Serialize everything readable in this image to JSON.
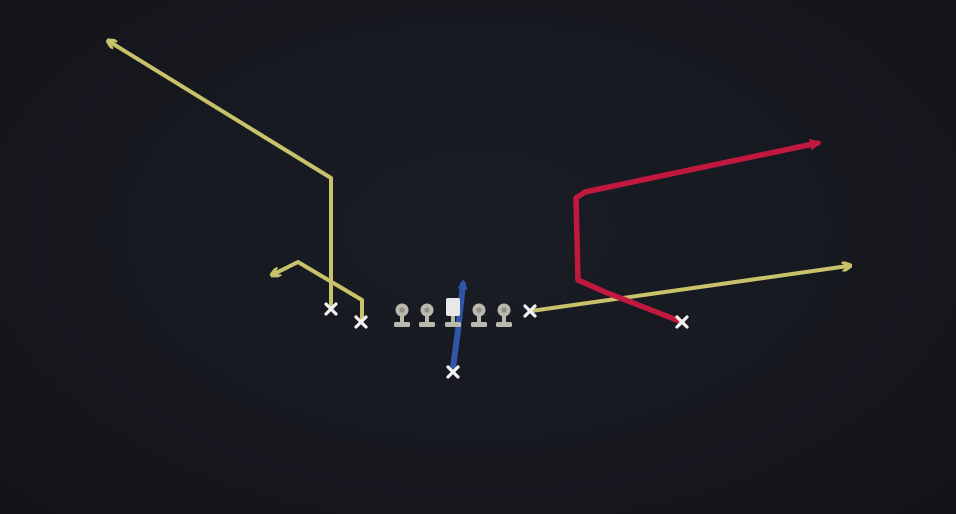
{
  "diagram": {
    "type": "football-play",
    "background": "#16181e",
    "colors": {
      "primary_route": "#c8c26a",
      "hot_route": "#c0183e",
      "qb_route": "#2f56a8",
      "player_x": "#f2f2f2",
      "lineman": "#b9b9ae",
      "center": "#e8e8e8"
    },
    "offensive_line": {
      "linemen_count": 4,
      "center_count": 1,
      "icon": "lineman-icon"
    },
    "receivers": [
      {
        "id": "wr-left-outside",
        "marker": "x-icon",
        "route": "post-corner",
        "color": "primary_route"
      },
      {
        "id": "wr-left-slot",
        "marker": "x-icon",
        "route": "whip-out",
        "color": "primary_route"
      },
      {
        "id": "te-right",
        "marker": "x-icon",
        "route": "drag-flat",
        "color": "primary_route"
      },
      {
        "id": "wr-right",
        "marker": "x-icon",
        "route": "out-and-up",
        "color": "hot_route"
      },
      {
        "id": "qb",
        "marker": "x-icon",
        "route": "qb-drop",
        "color": "qb_route"
      }
    ]
  }
}
